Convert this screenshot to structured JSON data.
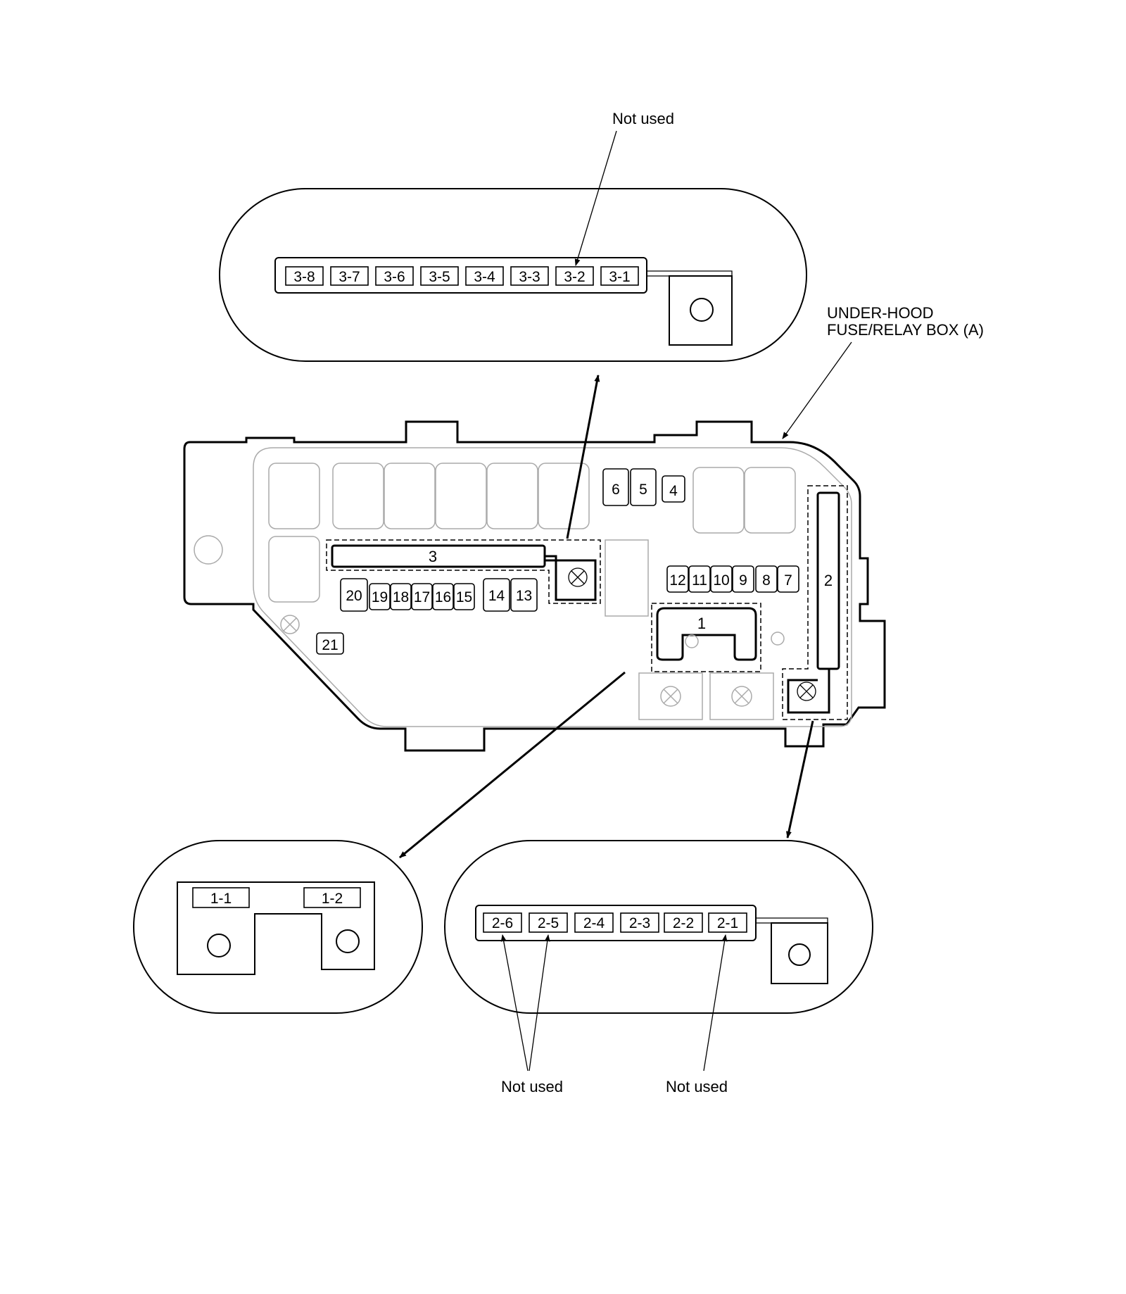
{
  "callouts": {
    "top_not_used": "Not used",
    "box_title_line1": "UNDER-HOOD",
    "box_title_line2": "FUSE/RELAY BOX (A)",
    "bottom_not_used_left": "Not used",
    "bottom_not_used_right": "Not used"
  },
  "block3_fuses": [
    "3-8",
    "3-7",
    "3-6",
    "3-5",
    "3-4",
    "3-3",
    "3-2",
    "3-1"
  ],
  "block2_fuses": [
    "2-6",
    "2-5",
    "2-4",
    "2-3",
    "2-2",
    "2-1"
  ],
  "block1_fuses": [
    "1-1",
    "1-2"
  ],
  "main_box": {
    "top_fuses": [
      "6",
      "5",
      "4"
    ],
    "right_fuses": [
      "12",
      "11",
      "10",
      "9",
      "8",
      "7"
    ],
    "left_fuses": [
      "20",
      "19",
      "18",
      "17",
      "16",
      "15",
      "14",
      "13"
    ],
    "lower_fuse": "21",
    "block_labels": {
      "block1": "1",
      "block2": "2",
      "block3": "3"
    }
  }
}
